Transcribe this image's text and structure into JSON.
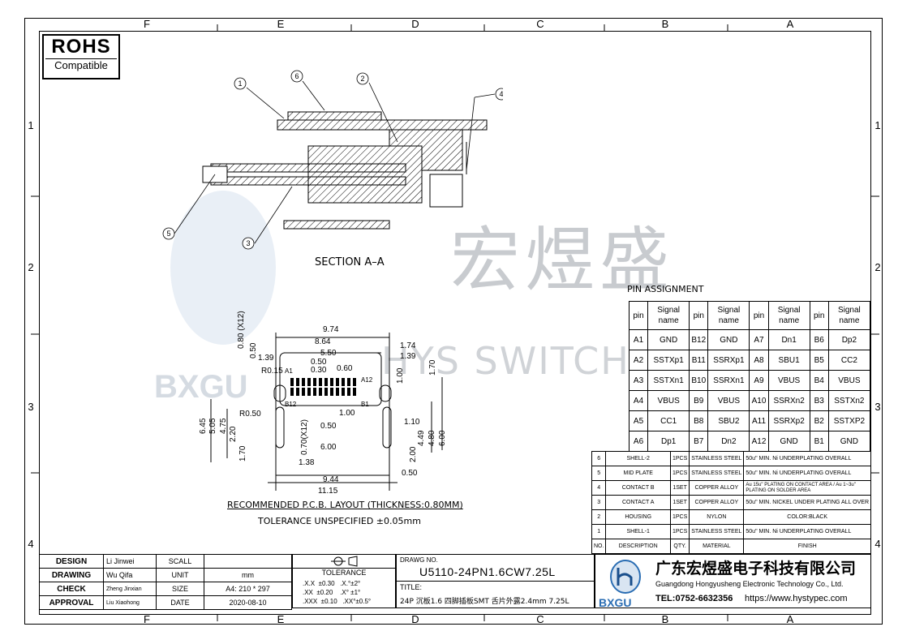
{
  "zones": {
    "top": [
      "F",
      "E",
      "D",
      "C",
      "B",
      "A"
    ],
    "rows": [
      "1",
      "2",
      "3",
      "4"
    ]
  },
  "rohs": {
    "title": "ROHS",
    "subtitle": "Compatible"
  },
  "watermark": {
    "cn": "宏煜盛",
    "en": "HYS SWITCH",
    "mark": "BXGU"
  },
  "section": {
    "label": "SECTION A–A",
    "callouts": [
      "1",
      "6",
      "2",
      "4",
      "5",
      "3"
    ]
  },
  "layout": {
    "dims": [
      "9.74",
      "8.64",
      "5.50",
      "0.50",
      "0.30",
      "0.60",
      "1.74",
      "1.39",
      "1.00",
      "1.70",
      "0.80 (X12)",
      "0.50",
      "1.39",
      "R0.15",
      "A1",
      "A12",
      "B12",
      "B1",
      "6.45",
      "5.05",
      "4.75",
      "2.20",
      "1.70",
      "R0.50",
      "1.00",
      "0.70(X12)",
      "0.50",
      "6.00",
      "1.38",
      "1.10",
      "4.49",
      "4.80",
      "6.00",
      "2.00",
      "0.50",
      "9.44",
      "11.15"
    ],
    "caption1": "RECOMMENDED  P.C.B.  LAYOUT  (THICKNESS:0.80MM)",
    "caption2": "TOLERANCE  UNSPECIFIED  ±0.05mm"
  },
  "pin_assignment": {
    "title": "PIN  ASSIGNMENT",
    "headers": [
      "pin",
      "Signal name",
      "pin",
      "Signal name",
      "pin",
      "Signal name",
      "pin",
      "Signal name"
    ],
    "rows": [
      [
        "A1",
        "GND",
        "B12",
        "GND",
        "A7",
        "Dn1",
        "B6",
        "Dp2"
      ],
      [
        "A2",
        "SSTXp1",
        "B11",
        "SSRXp1",
        "A8",
        "SBU1",
        "B5",
        "CC2"
      ],
      [
        "A3",
        "SSTXn1",
        "B10",
        "SSRXn1",
        "A9",
        "VBUS",
        "B4",
        "VBUS"
      ],
      [
        "A4",
        "VBUS",
        "B9",
        "VBUS",
        "A10",
        "SSRXn2",
        "B3",
        "SSTXn2"
      ],
      [
        "A5",
        "CC1",
        "B8",
        "SBU2",
        "A11",
        "SSRXp2",
        "B2",
        "SSTXP2"
      ],
      [
        "A6",
        "Dp1",
        "B7",
        "Dn2",
        "A12",
        "GND",
        "B1",
        "GND"
      ]
    ]
  },
  "bom": {
    "rows": [
      [
        "6",
        "SHELL-2",
        "1PCS",
        "STAINLESS STEEL",
        "50u\" MIN. Ni UNDERPLATING OVERALL"
      ],
      [
        "5",
        "MID PLATE",
        "1PCS",
        "STAINLESS STEEL",
        "50u\" MIN. Ni UNDERPLATING OVERALL"
      ],
      [
        "4",
        "CONTACT B",
        "1SET",
        "COPPER ALLOY",
        "Au 15u\" PLATING ON CONTACT AREA / Au 1~3u\" PLATING ON SOLDER AREA"
      ],
      [
        "3",
        "CONTACT A",
        "1SET",
        "COPPER ALLOY",
        "50u\" MIN. NICKEL UNDER PLATING ALL OVER"
      ],
      [
        "2",
        "HOUSING",
        "1PCS",
        "NYLON",
        "COLOR:BLACK"
      ],
      [
        "1",
        "SHELL-1",
        "1PCS",
        "STAINLESS STEEL",
        "50u\" MIN. Ni UNDERPLATING OVERALL"
      ]
    ],
    "headers": [
      "NO.",
      "DESCRIPTION",
      "QTY.",
      "MATERIAL",
      "FINISH"
    ]
  },
  "title_block": {
    "design": {
      "label": "DESIGN",
      "name": "Li Jinwei",
      "k": "SCALL",
      "v": ""
    },
    "drawing": {
      "label": "DRAWING",
      "name": "Wu Qifa",
      "k": "UNIT",
      "v": "mm"
    },
    "check": {
      "label": "CHECK",
      "name": "Zheng Jinxian",
      "k": "SIZE",
      "v": "A4: 210 * 297"
    },
    "approval": {
      "label": "APPROVAL",
      "name": "Liu Xiaohong",
      "k": "DATE",
      "v": "2020-08-10"
    },
    "tolerance": {
      "label": "TOLERANCE",
      "lines": [
        ".X.X  ±0.30   .X.°±2°",
        ".XX  ±0.20    .X° ±1°",
        ".XXX  ±0.10   .XX°±0.5°"
      ]
    },
    "drawing_no_label": "DRAWG NO.",
    "drawing_no": "U5110-24PN1.6CW7.25L",
    "title_label": "TITLE:",
    "title": "24P 沉板1.6 四脚插板SMT 舌片外露2.4mm 7.25L",
    "company_cn": "广东宏煜盛电子科技有限公司",
    "company_en": "Guangdong Hongyusheng Electronic Technology Co., Ltd.",
    "tel": "TEL:0752-6632356",
    "url": "https://www.hystypec.com",
    "logo_text": "BXGU"
  }
}
